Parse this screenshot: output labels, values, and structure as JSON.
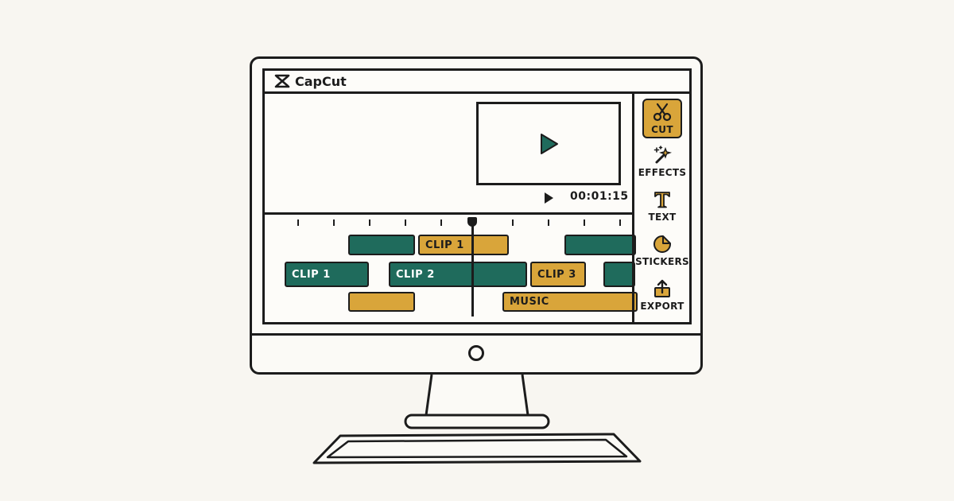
{
  "app": {
    "name": "CapCut"
  },
  "preview": {
    "timecode": "00:01:15"
  },
  "timeline": {
    "clips": [
      {
        "label": "",
        "color": "teal"
      },
      {
        "label": "CLIP 1",
        "color": "gold"
      },
      {
        "label": "",
        "color": "teal"
      },
      {
        "label": "CLIP 1",
        "color": "teal"
      },
      {
        "label": "CLIP 2",
        "color": "teal"
      },
      {
        "label": "CLIP 3",
        "color": "gold"
      },
      {
        "label": "",
        "color": "teal"
      },
      {
        "label": "",
        "color": "gold"
      },
      {
        "label": "MUSIC",
        "color": "gold"
      }
    ]
  },
  "toolbar": {
    "items": [
      {
        "label": "CUT",
        "icon": "scissors-icon",
        "active": true
      },
      {
        "label": "EFFECTS",
        "icon": "magic-wand-icon",
        "active": false
      },
      {
        "label": "TEXT",
        "icon": "text-icon",
        "active": false
      },
      {
        "label": "STICKERS",
        "icon": "sticker-icon",
        "active": false
      },
      {
        "label": "EXPORT",
        "icon": "export-icon",
        "active": false
      }
    ]
  },
  "colors": {
    "teal": "#1f6b5c",
    "gold": "#d9a53a",
    "ink": "#1c1c1c",
    "paper": "#f8f6f1"
  }
}
